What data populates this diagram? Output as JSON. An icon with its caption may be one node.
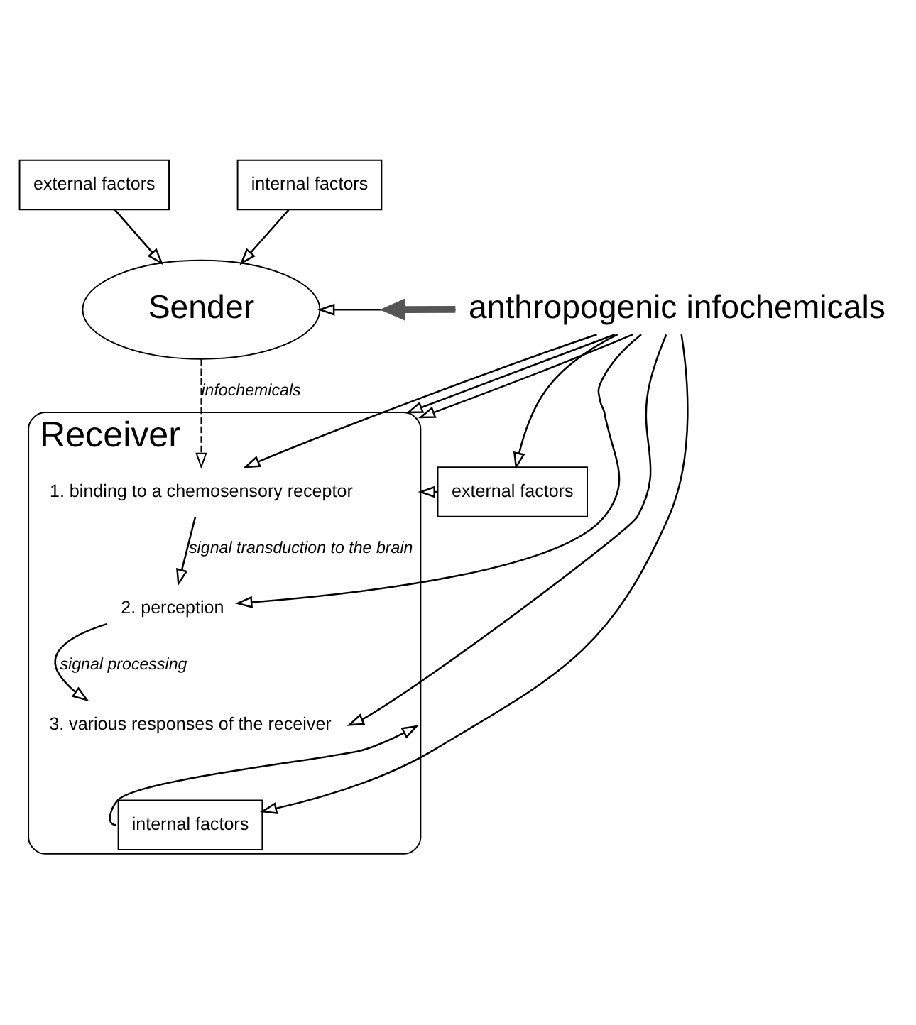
{
  "diagram": {
    "nodes": [
      {
        "text": [
          "external factors"
        ]
      },
      {
        "text": [
          "Sender"
        ]
      },
      {
        "text": [
          "internal factors"
        ]
      },
      {
        "text": [
          "external factors"
        ]
      },
      {
        "text": [
          "Receiver"
        ]
      },
      {
        "text": [
          "1. binding to a chemosensory receptor"
        ],
        "in": 4
      },
      {
        "text": [
          "2. perception"
        ],
        "in": 4
      },
      {
        "text": [
          "3. various responses of the receiver"
        ],
        "in": 4
      },
      {
        "text": [
          "internal factors"
        ],
        "in": 4
      },
      {
        "text": [
          "anthropogenic infochemicals"
        ]
      }
    ],
    "edges": [
      {
        "from": 0,
        "to": 1,
        "arrow": "to"
      },
      {
        "from": 2,
        "to": 1,
        "arrow": "to"
      },
      {
        "from": 1,
        "to": 5,
        "arrow": "to",
        "label": "infochemicals",
        "style": "dashed"
      },
      {
        "from": 3,
        "to": 4,
        "arrow": "to"
      },
      {
        "from": 5,
        "to": 6,
        "arrow": "to",
        "label": "signal transduction to the brain"
      },
      {
        "from": 6,
        "to": 7,
        "arrow": "to",
        "label": "signal processing"
      },
      {
        "from": 8,
        "to": 4,
        "arrow": "to"
      },
      {
        "from": 9,
        "to": 1,
        "arrow": "to"
      },
      {
        "from": 9,
        "to": null,
        "arrow": "to",
        "style": "thick",
        "color": "#555555"
      },
      {
        "from": 9,
        "to": 3,
        "arrow": "to"
      },
      {
        "from": 9,
        "to": 5,
        "arrow": "to"
      },
      {
        "from": 9,
        "to": 4,
        "arrow": "to"
      },
      {
        "from": 9,
        "to": 6,
        "arrow": "to"
      },
      {
        "from": 9,
        "to": 4,
        "arrow": "to"
      },
      {
        "from": 9,
        "to": 7,
        "arrow": "to"
      },
      {
        "from": 9,
        "to": 8,
        "arrow": "to"
      }
    ]
  }
}
